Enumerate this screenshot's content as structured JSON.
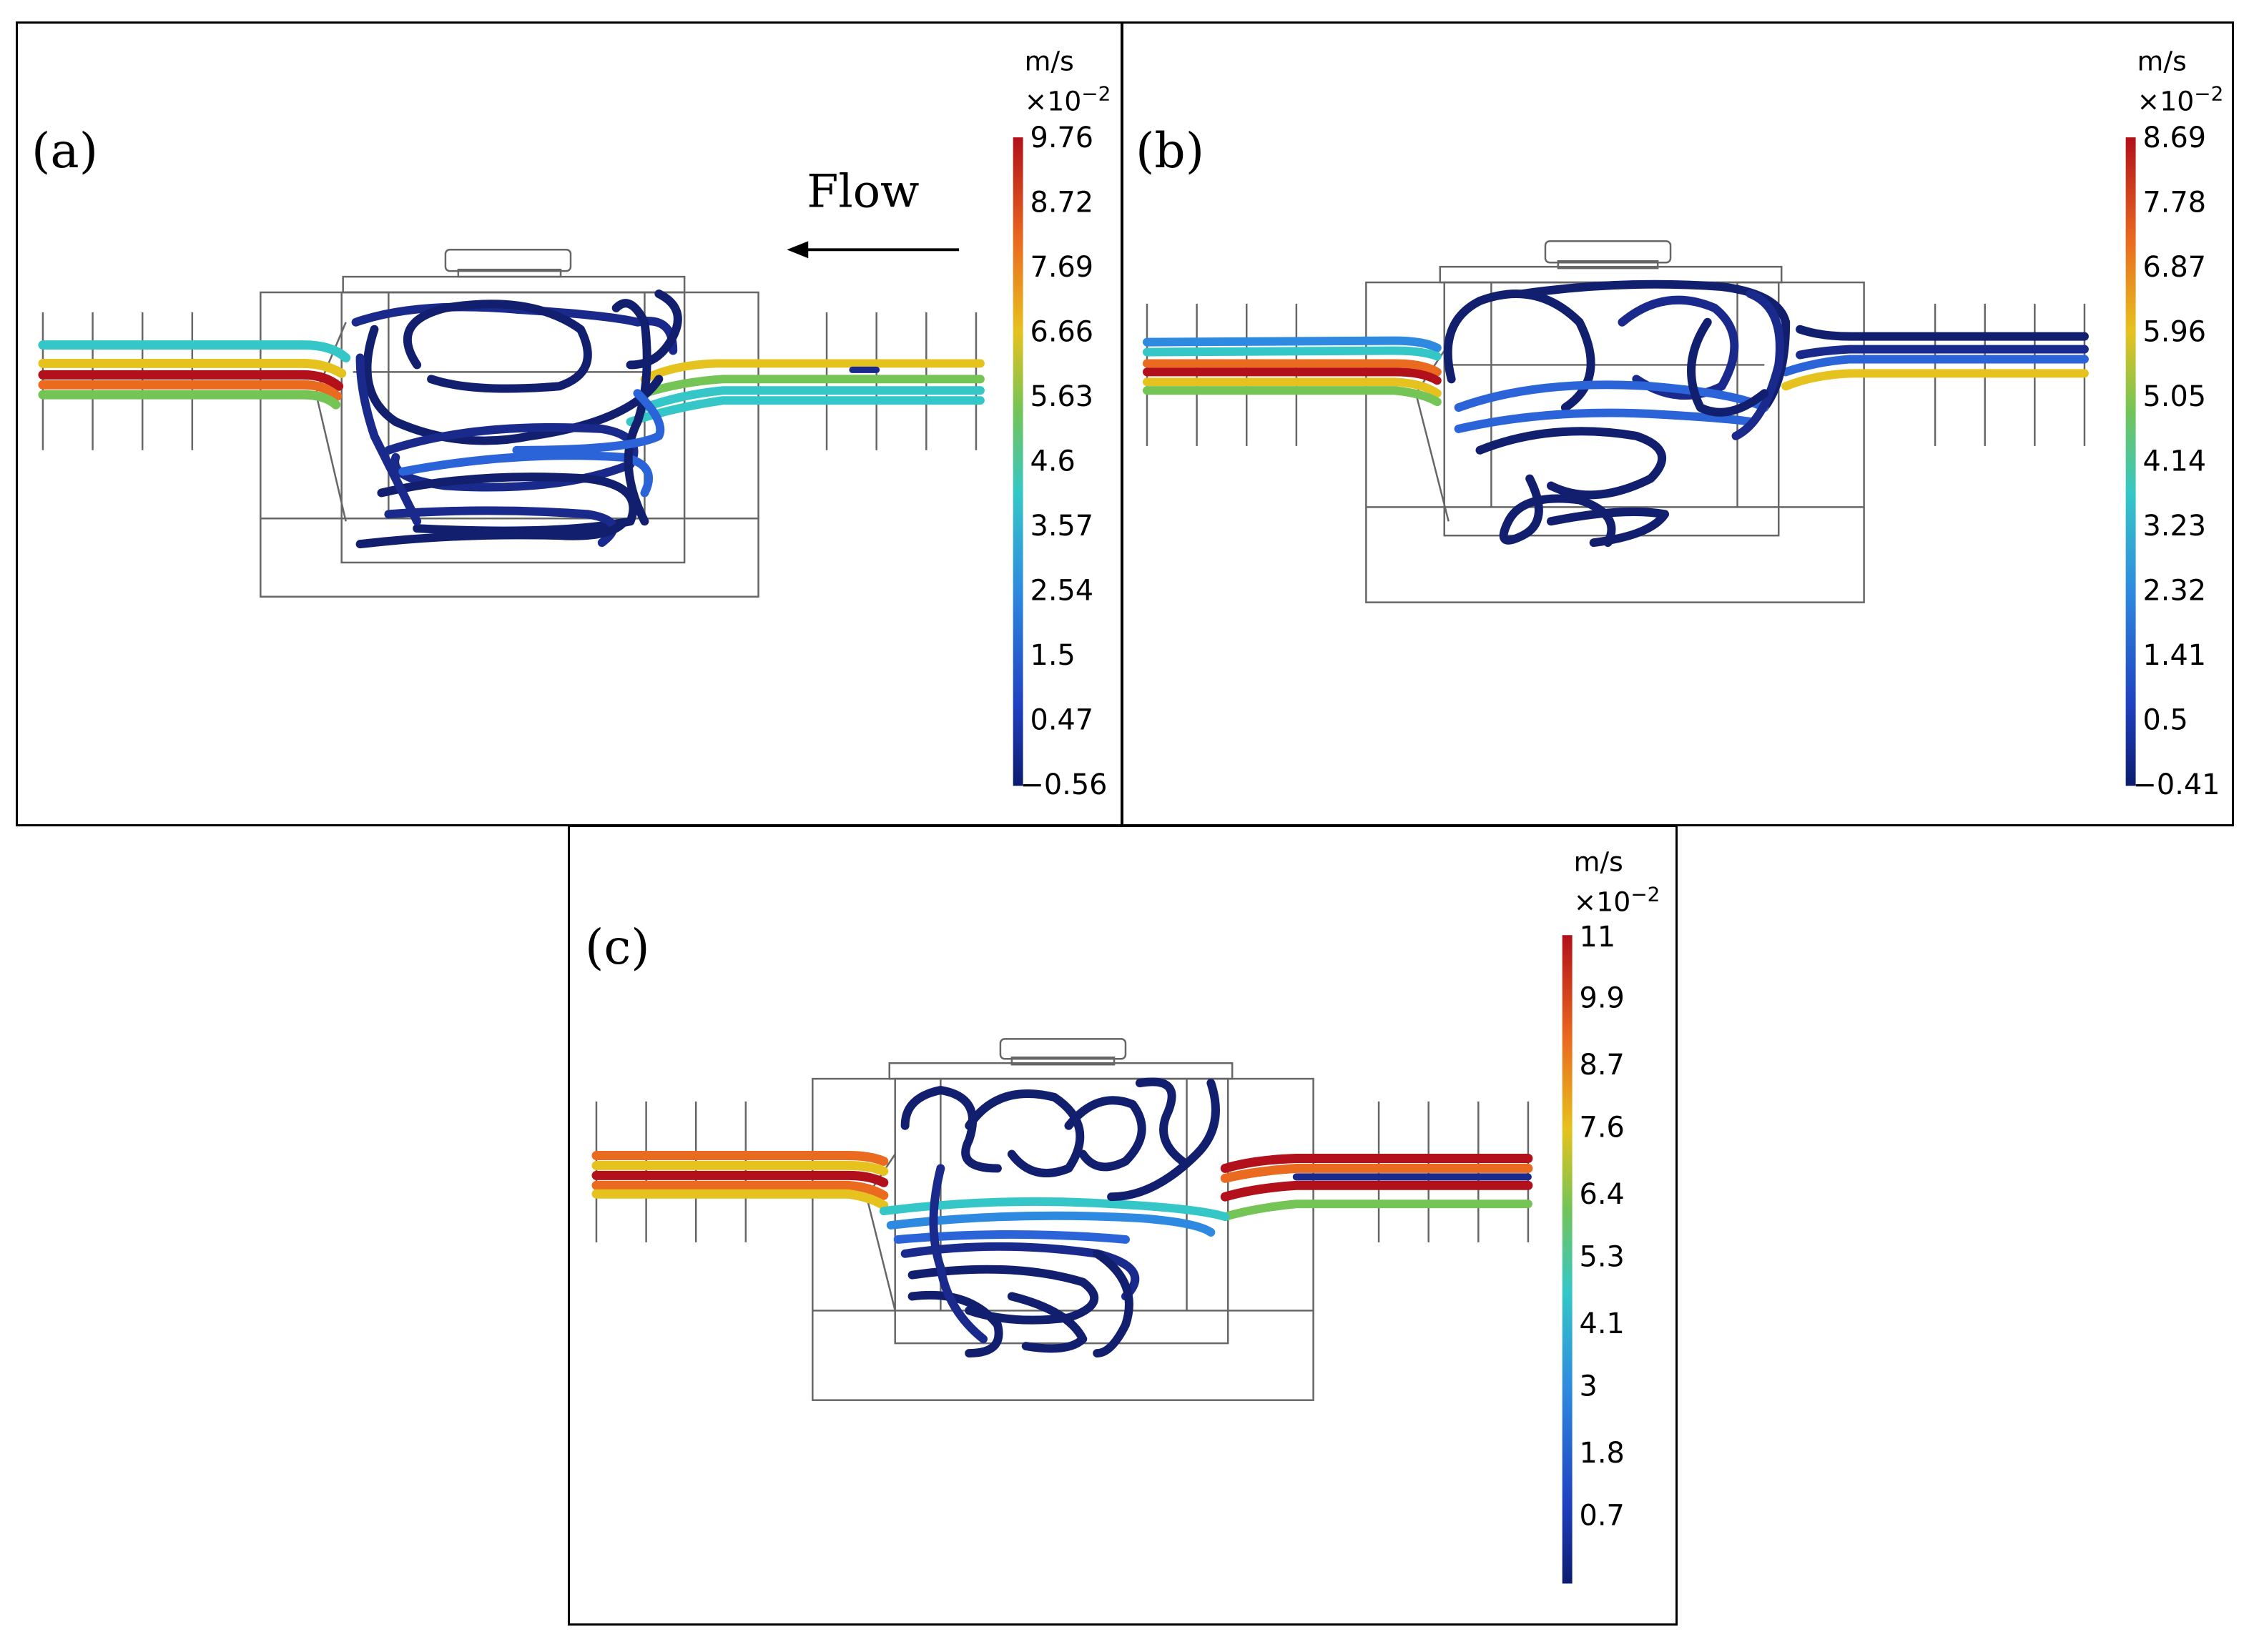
{
  "panels": [
    {
      "id": "a",
      "label": "(a)",
      "flow_label": "Flow",
      "colorbar": {
        "unit": "m/s",
        "scale": "×10",
        "exponent": "−2",
        "ticks": [
          "9.76",
          "8.72",
          "7.69",
          "6.66",
          "5.63",
          "4.6",
          "3.57",
          "2.54",
          "1.5",
          "0.47",
          "−0.56"
        ]
      }
    },
    {
      "id": "b",
      "label": "(b)",
      "colorbar": {
        "unit": "m/s",
        "scale": "×10",
        "exponent": "−2",
        "ticks": [
          "8.69",
          "7.78",
          "6.87",
          "5.96",
          "5.05",
          "4.14",
          "3.23",
          "2.32",
          "1.41",
          "0.5",
          "−0.41"
        ]
      }
    },
    {
      "id": "c",
      "label": "(c)",
      "colorbar": {
        "unit": "m/s",
        "scale": "×10",
        "exponent": "−2",
        "ticks": [
          "11",
          "9.9",
          "8.7",
          "7.6",
          "6.4",
          "5.3",
          "4.1",
          "3",
          "1.8",
          "0.7"
        ]
      }
    }
  ],
  "colors": {
    "red": "#b2101a",
    "orange": "#ea6a1f",
    "yellow": "#e6c21e",
    "green": "#74c456",
    "cyan": "#35c7c7",
    "blue": "#2b63d8",
    "navy": "#1a2a8c",
    "dark": "#111f6e"
  }
}
